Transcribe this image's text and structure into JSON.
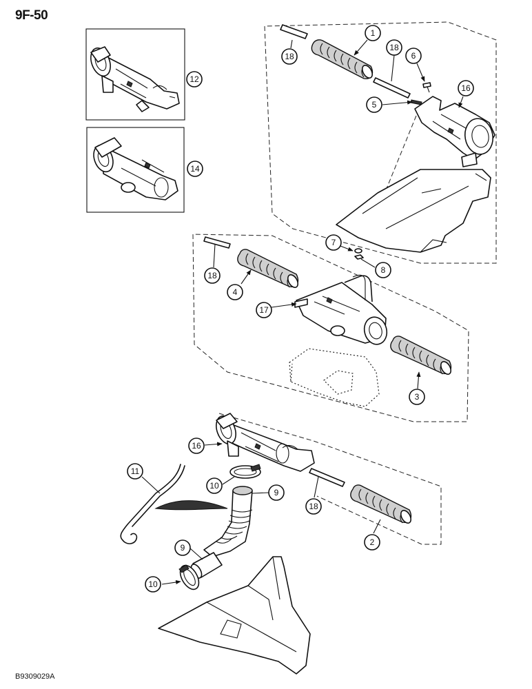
{
  "header": {
    "page_code": "9F-50"
  },
  "footer": {
    "figure_code": "B9309029A"
  },
  "callouts": {
    "c1": "1",
    "c2": "2",
    "c3": "3",
    "c4": "4",
    "c5": "5",
    "c6": "6",
    "c7": "7",
    "c8": "8",
    "c9a": "9",
    "c9b": "9",
    "c10a": "10",
    "c10b": "10",
    "c11": "11",
    "c12": "12",
    "c14": "14",
    "c16a": "16",
    "c16b": "16",
    "c17": "17",
    "c18a": "18",
    "c18b": "18",
    "c18c": "18",
    "c18d": "18"
  }
}
